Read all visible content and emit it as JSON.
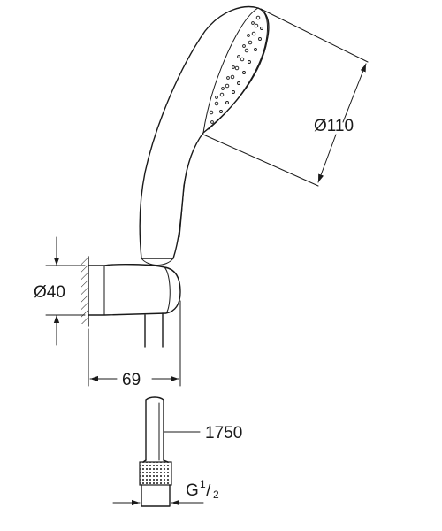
{
  "dimensions": {
    "head_diameter": "Ø110",
    "holder_diameter": "Ø40",
    "projection": "69",
    "hose_length": "1750",
    "thread_prefix": "G",
    "thread_num": "1",
    "thread_den": "2"
  }
}
